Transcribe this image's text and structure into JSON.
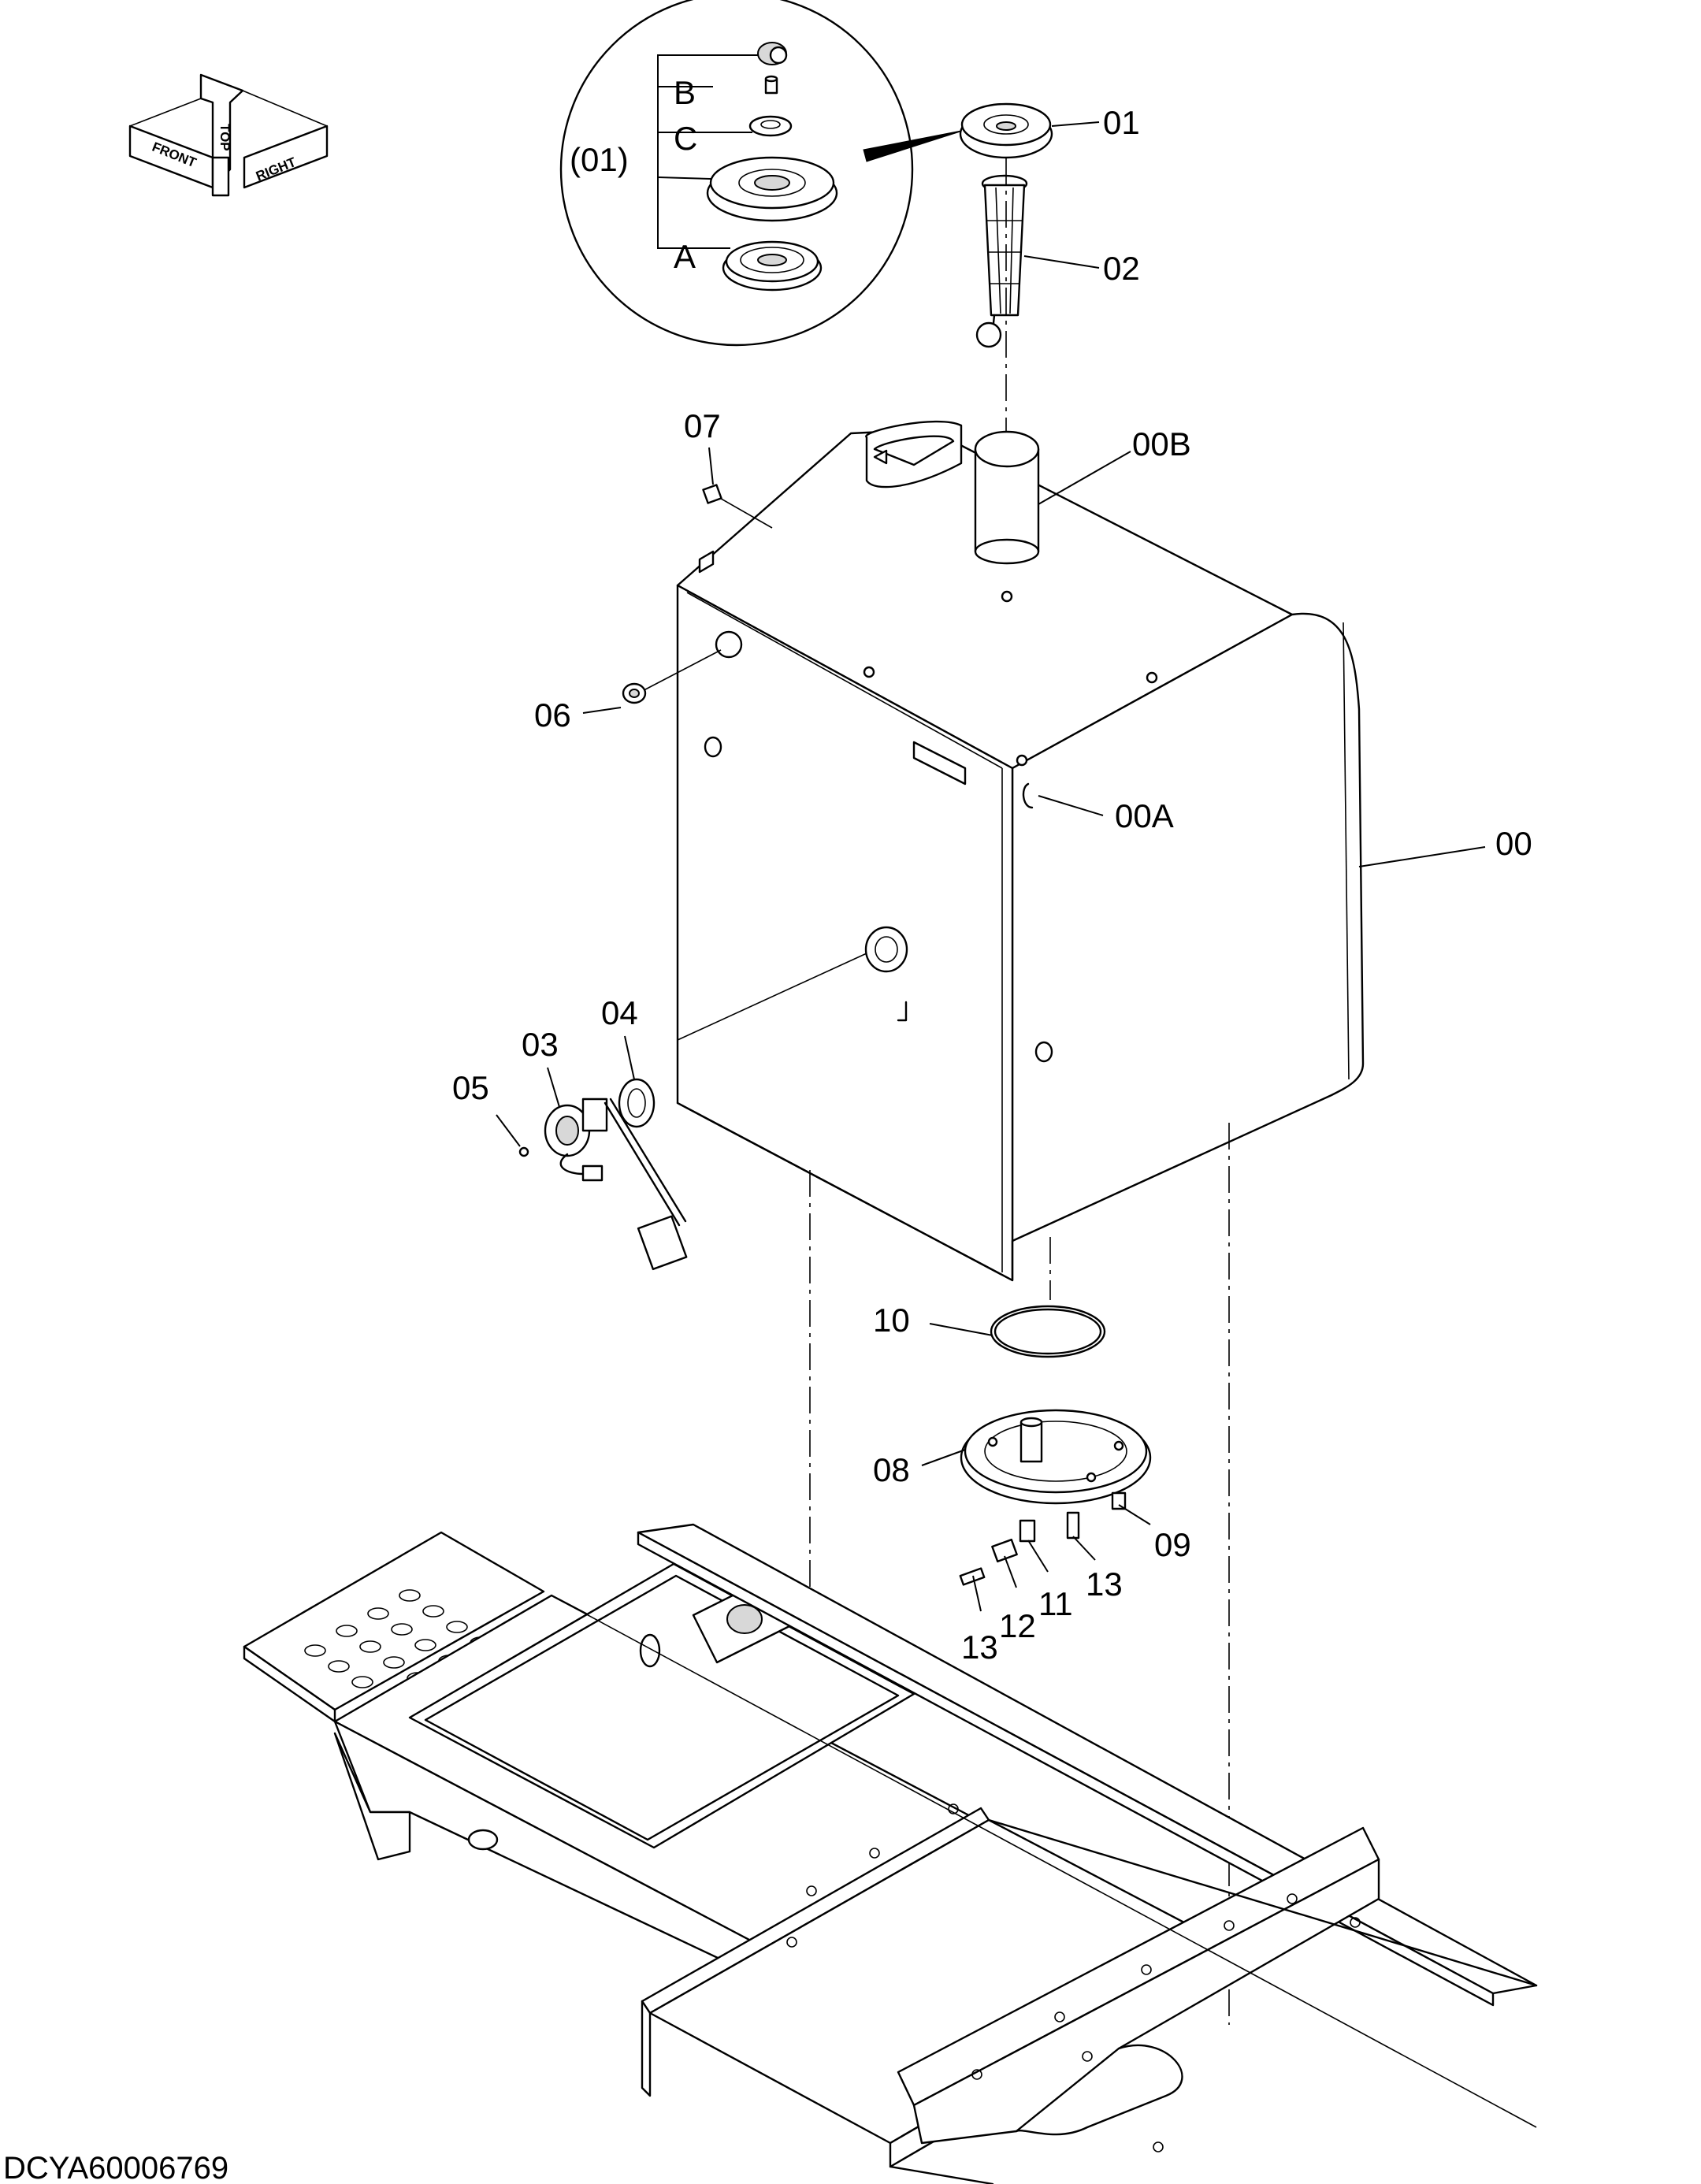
{
  "drawing_number": "DCYA60006769",
  "orientation_labels": {
    "top": "TOP",
    "front": "FRONT",
    "right": "RIGHT"
  },
  "detail_labels": {
    "assembly": "(01)",
    "a": "A",
    "b": "B",
    "c": "C"
  },
  "part_labels": {
    "p00": "00",
    "p00a": "00A",
    "p00b": "00B",
    "p01": "01",
    "p02": "02",
    "p03": "03",
    "p04": "04",
    "p05": "05",
    "p06": "06",
    "p07": "07",
    "p08": "08",
    "p09": "09",
    "p10": "10",
    "p11": "11",
    "p12": "12",
    "p13a": "13",
    "p13b": "13"
  }
}
